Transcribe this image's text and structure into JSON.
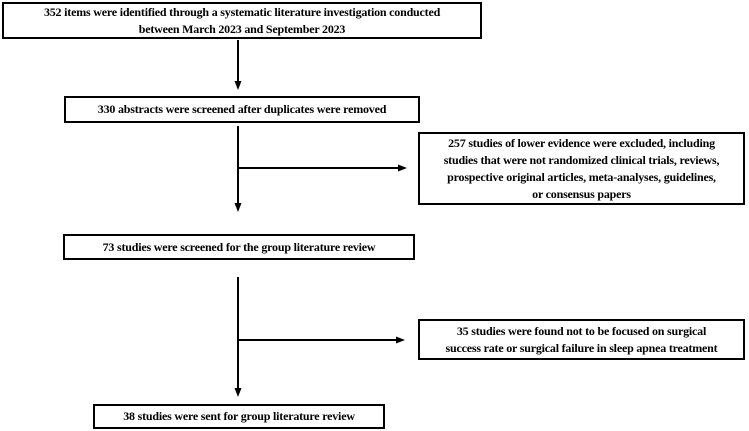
{
  "figure": {
    "type": "flowchart",
    "background_color": "#ffffff",
    "line_color": "#000000",
    "text_color": "#000000"
  },
  "flowchart": {
    "boxes": {
      "identified": {
        "count": "352",
        "lines": [
          "352 items were identified through a systematic literature investigation conducted",
          "between March 2023 and September 2023"
        ]
      },
      "abstracts_screened": {
        "count": "330",
        "lines": [
          "330 abstracts were screened after duplicates were removed"
        ]
      },
      "excluded_lower_evidence": {
        "count": "257",
        "lines": [
          "257 studies of lower evidence were excluded, including",
          "studies that were not randomized clinical trials, reviews,",
          "prospective original articles, meta-analyses, guidelines,",
          "or consensus papers"
        ]
      },
      "screened_group_review": {
        "count": "73",
        "lines": [
          "73 studies were screened for the group literature review"
        ]
      },
      "excluded_not_focused": {
        "count": "35",
        "lines": [
          "35 studies were found not to be focused on surgical",
          "success rate or surgical failure in sleep apnea treatment"
        ]
      },
      "sent_group_review": {
        "count": "38",
        "lines": [
          "38 studies were sent for group literature review"
        ]
      }
    }
  }
}
